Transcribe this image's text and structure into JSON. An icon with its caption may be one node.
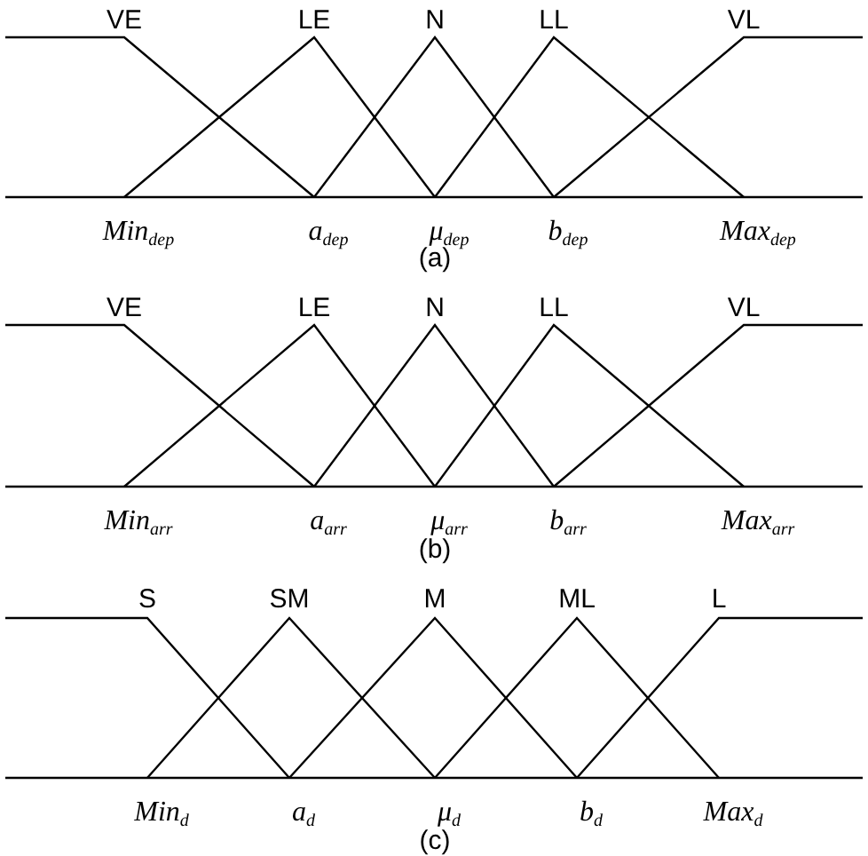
{
  "diagram": {
    "labels": [
      "VE",
      "LE",
      "N",
      "LL",
      "VL",
      "Min$_{dep}$",
      "a$_{dep}$",
      "μ$_{dep}$",
      "b$_{dep}$",
      "Max$_{dep}$",
      "(a)",
      "VE",
      "LE",
      "N",
      "LL",
      "VL",
      "Min$_{arr}$",
      "a$_{arr}$",
      "μ$_{arr}$",
      "b$_{arr}$",
      "Max$_{arr}$",
      "(b)",
      "S",
      "SM",
      "M",
      "ML",
      "L",
      "Min$_{d}$",
      "a$_{d}$",
      "μ$_{d}$",
      "b$_{d}$",
      "Max$_{d}$",
      "(c)"
    ]
  }
}
